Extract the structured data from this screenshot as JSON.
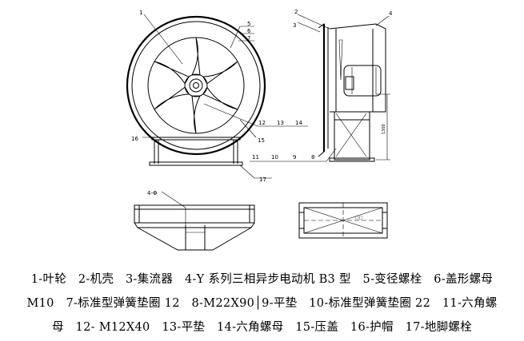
{
  "callouts": {
    "front": [
      "1",
      "5",
      "6",
      "7",
      "12",
      "13",
      "14",
      "15",
      "16",
      "17"
    ],
    "side": [
      "2",
      "3",
      "4",
      "11",
      "10",
      "9",
      "8"
    ],
    "side_dim": "1300",
    "plan_left_note": "4-Φ",
    "plan_right_note": "□□"
  },
  "legend_lines": [
    "1-叶轮　2-机壳　3-集流器　4-Y 系列三相异步电动机 B3 型　5-变径螺栓　6-盖形螺母",
    "M10　7-标准型弹簧垫圈 12　8-M22X90│9-平垫　10-标准型弹簧垫圈 22　11-六角螺",
    "母　12- M12X40　13-平垫　14-六角螺母　15-压盖　16-护帽　17-地脚螺栓"
  ]
}
